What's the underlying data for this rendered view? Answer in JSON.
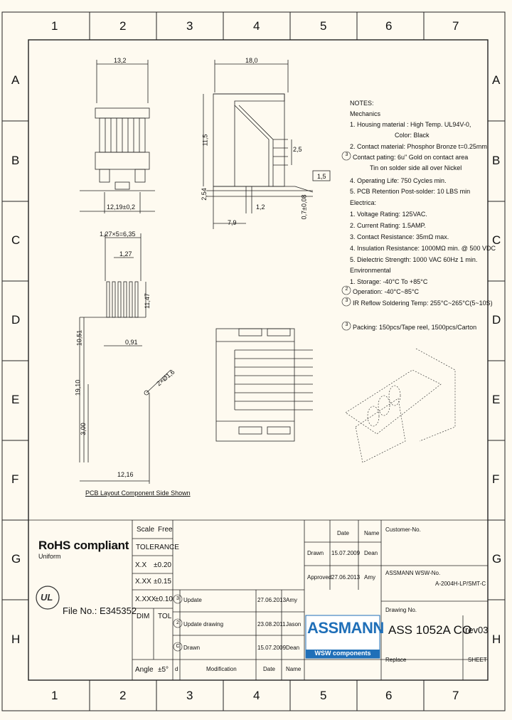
{
  "zones": {
    "columns": [
      "1",
      "2",
      "3",
      "4",
      "5",
      "6",
      "7"
    ],
    "rows": [
      "A",
      "B",
      "C",
      "D",
      "E",
      "F",
      "G",
      "H"
    ]
  },
  "drawing_labels": {
    "front_width": "13,2",
    "front_pitch": "12,19±0,2",
    "side_width": "18,0",
    "side_height": "11,5",
    "side_left": "2,54",
    "side_dim_2_5": "2,5",
    "side_dim_1_5": "1,5",
    "side_dim_1_2": "1,2",
    "side_dim_7_9": "7,9",
    "side_thick": "0,7±0,08",
    "pcb_pitch": "1,27×5=6,35",
    "pcb_1_27": "1,27",
    "pcb_11_47": "11,47",
    "pcb_0_91": "0,91",
    "pcb_left1": "10,51",
    "pcb_left2": "19,10",
    "pcb_left3": "3,00",
    "pcb_hole": "2×Ø1,6",
    "pcb_bottom": "12,16",
    "pcb_caption": "PCB Layout Component Side Shown"
  },
  "notes": {
    "header": "NOTES:",
    "mechanics": "Mechanics",
    "m1": "1. Housing material : High Temp. UL94V-0,",
    "m1b": "Color: Black",
    "m2": "2. Contact material: Phosphor Bronze t=0.25mm",
    "m3_mark": "3",
    "m3": "Contact pating: 6u\" Gold on contact area",
    "m3b": "Tin on solder side all over Nickel",
    "m4": "4. Operating Life: 750 Cycles min.",
    "m5": "5. PCB Retention Post-solder: 10 LBS min",
    "electrical": "Electrica:",
    "e1": "1. Voltage Rating: 125VAC.",
    "e2": "2. Current Rating: 1.5AMP.",
    "e3": "3. Contact Resistance: 35mΩ max.",
    "e4": "4. Insulation Resistance: 1000MΩ min. @ 500 VDC",
    "e5": "5. Dielectric Strength: 1000 VAC 60Hz 1 min.",
    "environmental": "Environmental",
    "n1": "1. Storage: -40°C To +85°C",
    "n2_mark": "2",
    "n2": "Operation: -40°C~85°C",
    "n3_mark": "3",
    "n3": "IR Reflow Soldering Temp: 255°C~265°C(5~10S)",
    "pk_mark": "3",
    "pk": "Packing: 150pcs/Tape reel, 1500pcs/Carton"
  },
  "rohs": {
    "title": "RoHS compliant",
    "subtitle": "Uniform",
    "ul_mark": "UL",
    "file_no": "File No.: E345352"
  },
  "tolerance": {
    "scale_label": "Scale",
    "scale_value": "Free",
    "tolerance_label": "TOLERANCE",
    "r1_label": "X.X",
    "r1_value": "±0.20",
    "r2_label": "X.XX",
    "r2_value": "±0.15",
    "r3_label": "X.XXX",
    "r3_value": "±0.10",
    "dim_label": "DIM",
    "tol_label": "TOL",
    "angle_label": "Angle",
    "angle_value": "±5°"
  },
  "revisions": {
    "rows": [
      {
        "mark": "3",
        "text": "Update",
        "date": "27.06.2013",
        "name": "Amy"
      },
      {
        "mark": "2",
        "text": "Update drawing",
        "date": "23.08.2011",
        "name": "Jason"
      },
      {
        "mark": "C",
        "text": "Drawn",
        "date": "15.07.2009",
        "name": "Dean"
      }
    ],
    "header": {
      "mark": "d",
      "modification": "Modification",
      "date": "Date",
      "name": "Name"
    }
  },
  "approval": {
    "date_header": "Date",
    "name_header": "Name",
    "drawn_label": "Drawn",
    "drawn_date": "15.07.2009",
    "drawn_name": "Dean",
    "approved_label": "Approved",
    "approved_date": "27.06.2013",
    "approved_name": "Amy"
  },
  "title_block": {
    "customer_label": "Customer-No.",
    "assmann_label": "ASSMANN WSW-No.",
    "assmann_no": "A-2004H-LP/SMT-C",
    "drawing_label": "Drawing No.",
    "drawing_no": "ASS 1052A CO",
    "rev": "rev03",
    "replace_label": "Replace",
    "sheet_label": "SHEET",
    "logo_top": "ASSMANN",
    "logo_bottom": "WSW components"
  },
  "colors": {
    "paper": "#fefaf0",
    "ink": "#111111",
    "logo_blue": "#1f6fb8"
  }
}
